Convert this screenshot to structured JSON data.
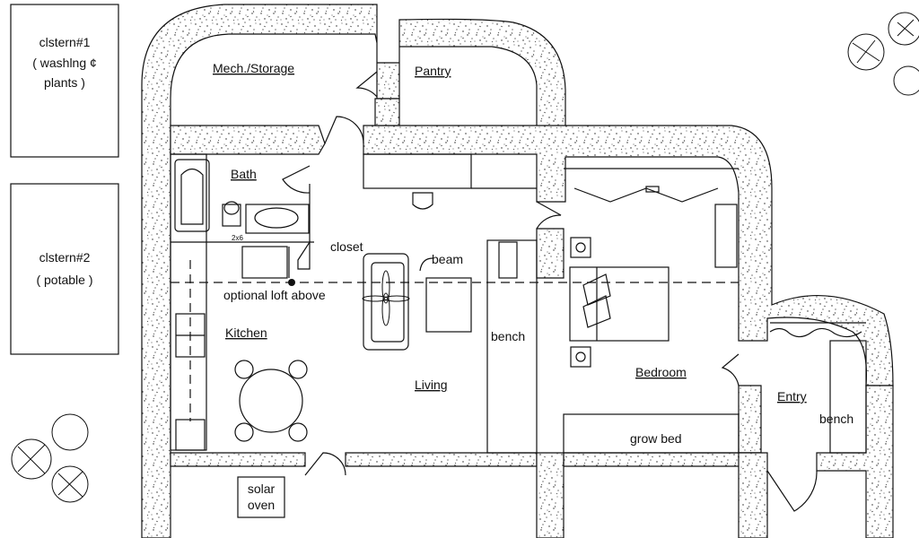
{
  "cisterns": {
    "one": [
      "clstern#1",
      "( washlng ¢",
      "plants )"
    ],
    "two": [
      "clstern#2",
      "( potable )"
    ]
  },
  "rooms": {
    "mech_storage": "Mech./Storage",
    "pantry": "Pantry",
    "bath": "Bath",
    "closet": "closet",
    "kitchen": "Kitchen",
    "living": "Living",
    "bedroom": "Bedroom",
    "entry": "Entry"
  },
  "features": {
    "beam": "beam",
    "loft": "optional  loft  above",
    "bench_living": "bench",
    "bench_entry": "bench",
    "grow_bed": "grow  bed",
    "solar_oven": [
      "solar",
      "oven"
    ],
    "size_note": "2x6"
  },
  "colors": {
    "wall_fill": "#ffffff",
    "line": "#111111",
    "speckle": "#222222"
  }
}
